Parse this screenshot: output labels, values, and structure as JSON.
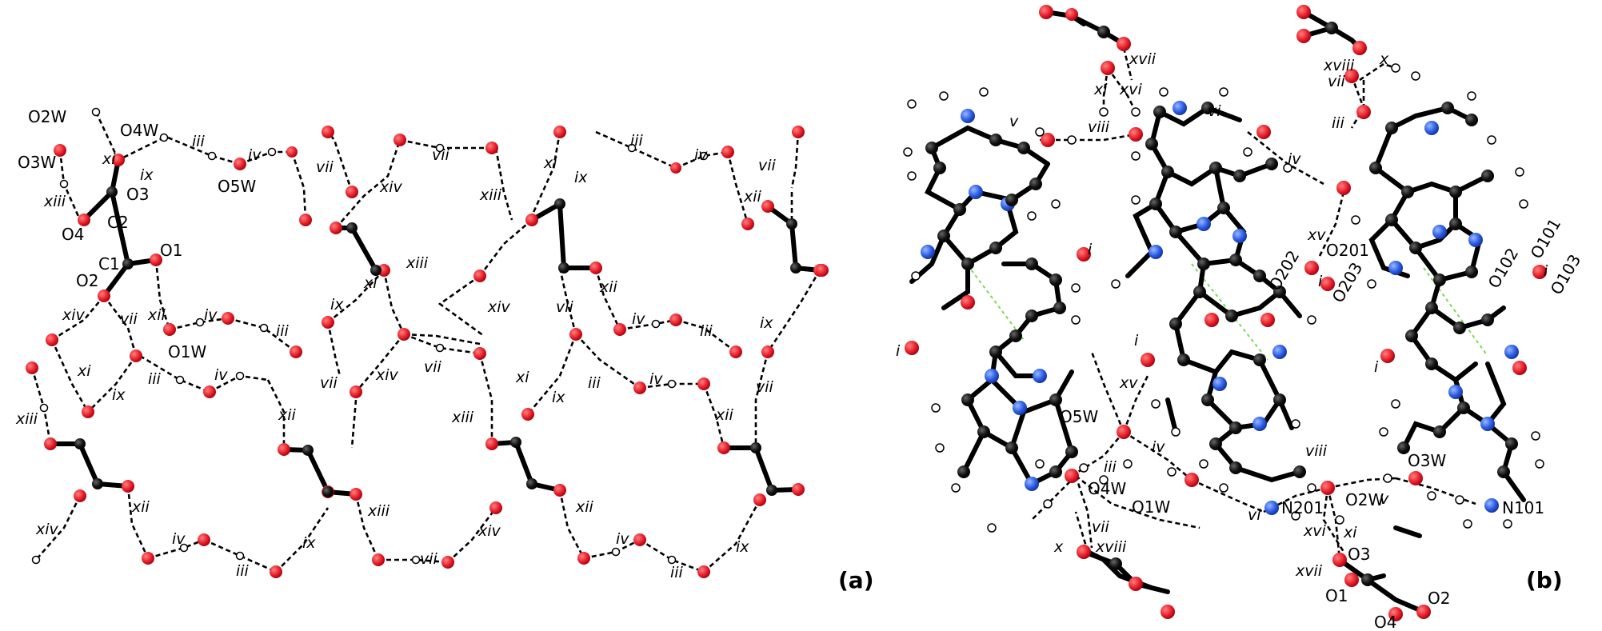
{
  "panels": [
    {
      "id": "a",
      "label": "(a)"
    },
    {
      "id": "b",
      "label": "(b)"
    }
  ],
  "panel_a": {
    "atom_labels": [
      "O2W",
      "O4W",
      "O3W",
      "O5W",
      "O3",
      "C2",
      "O4",
      "C1",
      "O1",
      "O2",
      "O1W"
    ],
    "symmetry_labels": [
      "xi",
      "ix",
      "iii",
      "iv",
      "xiii",
      "xii",
      "xiv",
      "vii"
    ]
  },
  "panel_b": {
    "atom_labels": [
      "O5W",
      "O4W",
      "O1W",
      "N201",
      "O2W",
      "O3W",
      "N101",
      "O201",
      "O202",
      "O203",
      "O101",
      "O102",
      "O103",
      "O3",
      "O1",
      "O2",
      "O4"
    ],
    "symmetry_labels": [
      "xvii",
      "xi",
      "xvi",
      "xviii",
      "x",
      "vii",
      "vi",
      "viii",
      "iii",
      "v",
      "iv",
      "xv",
      "i"
    ]
  },
  "colors": {
    "oxygen": "#e8202a",
    "nitrogen": "#2b5ce6",
    "carbon": "#000000",
    "hydrogen": "#ffffff",
    "pi_stacking": "#7ed957"
  }
}
